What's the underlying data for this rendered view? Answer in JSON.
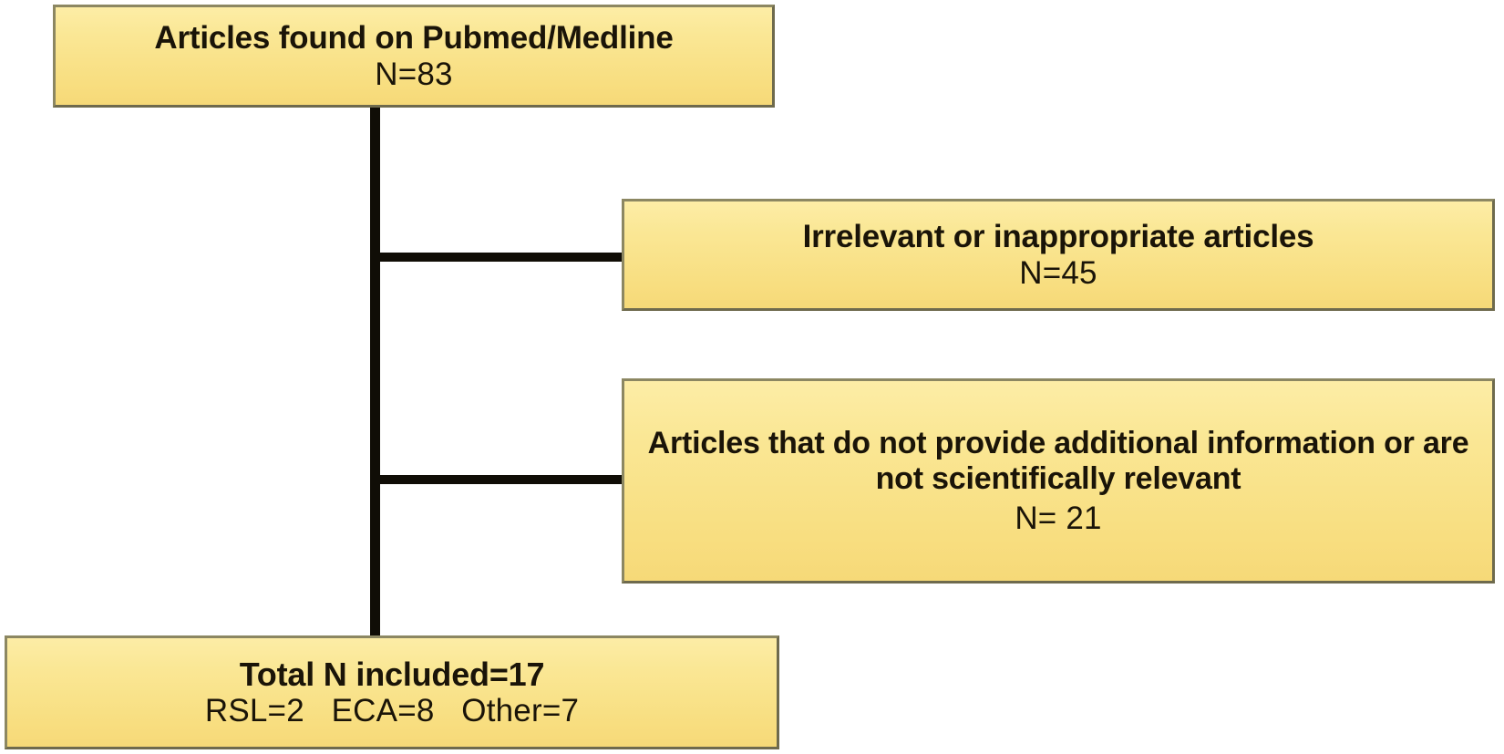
{
  "diagram": {
    "type": "flowchart",
    "orientation": "vertical-with-right-exclusions",
    "nodes": {
      "source": {
        "title": "Articles found on Pubmed/Medline",
        "count": "N=83"
      },
      "excluded_irrelevant": {
        "title": "Irrelevant or inappropriate articles",
        "count": "N=45"
      },
      "excluded_no_info": {
        "title": "Articles that do not provide additional information or are not scientifically relevant",
        "count": "N= 21"
      },
      "included": {
        "title": "Total N included=17",
        "breakdown": "RSL=2   ECA=8   Other=7"
      }
    },
    "colors": {
      "box_fill": "#f9e292",
      "box_border": "#8c8762",
      "line": "#100d06",
      "text": "#1a1408",
      "background": "#ffffff"
    }
  }
}
